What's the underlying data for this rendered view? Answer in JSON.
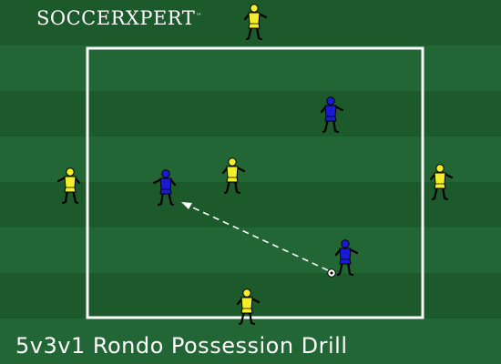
{
  "brand": {
    "name_left": "SOCCER",
    "name_mark": "X",
    "name_right": "PERT",
    "trademark": "™"
  },
  "title": "5v3v1 Rondo Possession Drill",
  "colors": {
    "stripe_dark": "#1d5a2b",
    "stripe_light": "#236635",
    "grid_lines": "#ffffff",
    "team_yellow": "#f2ef2a",
    "team_blue": "#1a1ad6",
    "outline": "#000000",
    "ball": "#ffffff",
    "pass_line": "#ffffff"
  },
  "players": [
    {
      "team": "yellow",
      "role": "outside-top",
      "icon": "yellow-player-icon"
    },
    {
      "team": "yellow",
      "role": "outside-left",
      "icon": "yellow-player-icon"
    },
    {
      "team": "yellow",
      "role": "outside-right",
      "icon": "yellow-player-icon"
    },
    {
      "team": "yellow",
      "role": "outside-bottom",
      "icon": "yellow-player-icon"
    },
    {
      "team": "yellow",
      "role": "inside",
      "icon": "yellow-player-icon"
    },
    {
      "team": "blue",
      "role": "inside-top-right",
      "icon": "blue-player-icon"
    },
    {
      "team": "blue",
      "role": "inside-left",
      "icon": "blue-player-icon"
    },
    {
      "team": "blue",
      "role": "inside-bottom-right-with-ball",
      "icon": "blue-player-icon"
    }
  ],
  "ball": {
    "icon": "soccer-ball-icon"
  },
  "pass": {
    "style": "dashed-arrow",
    "icon": "arrow-head-icon"
  }
}
